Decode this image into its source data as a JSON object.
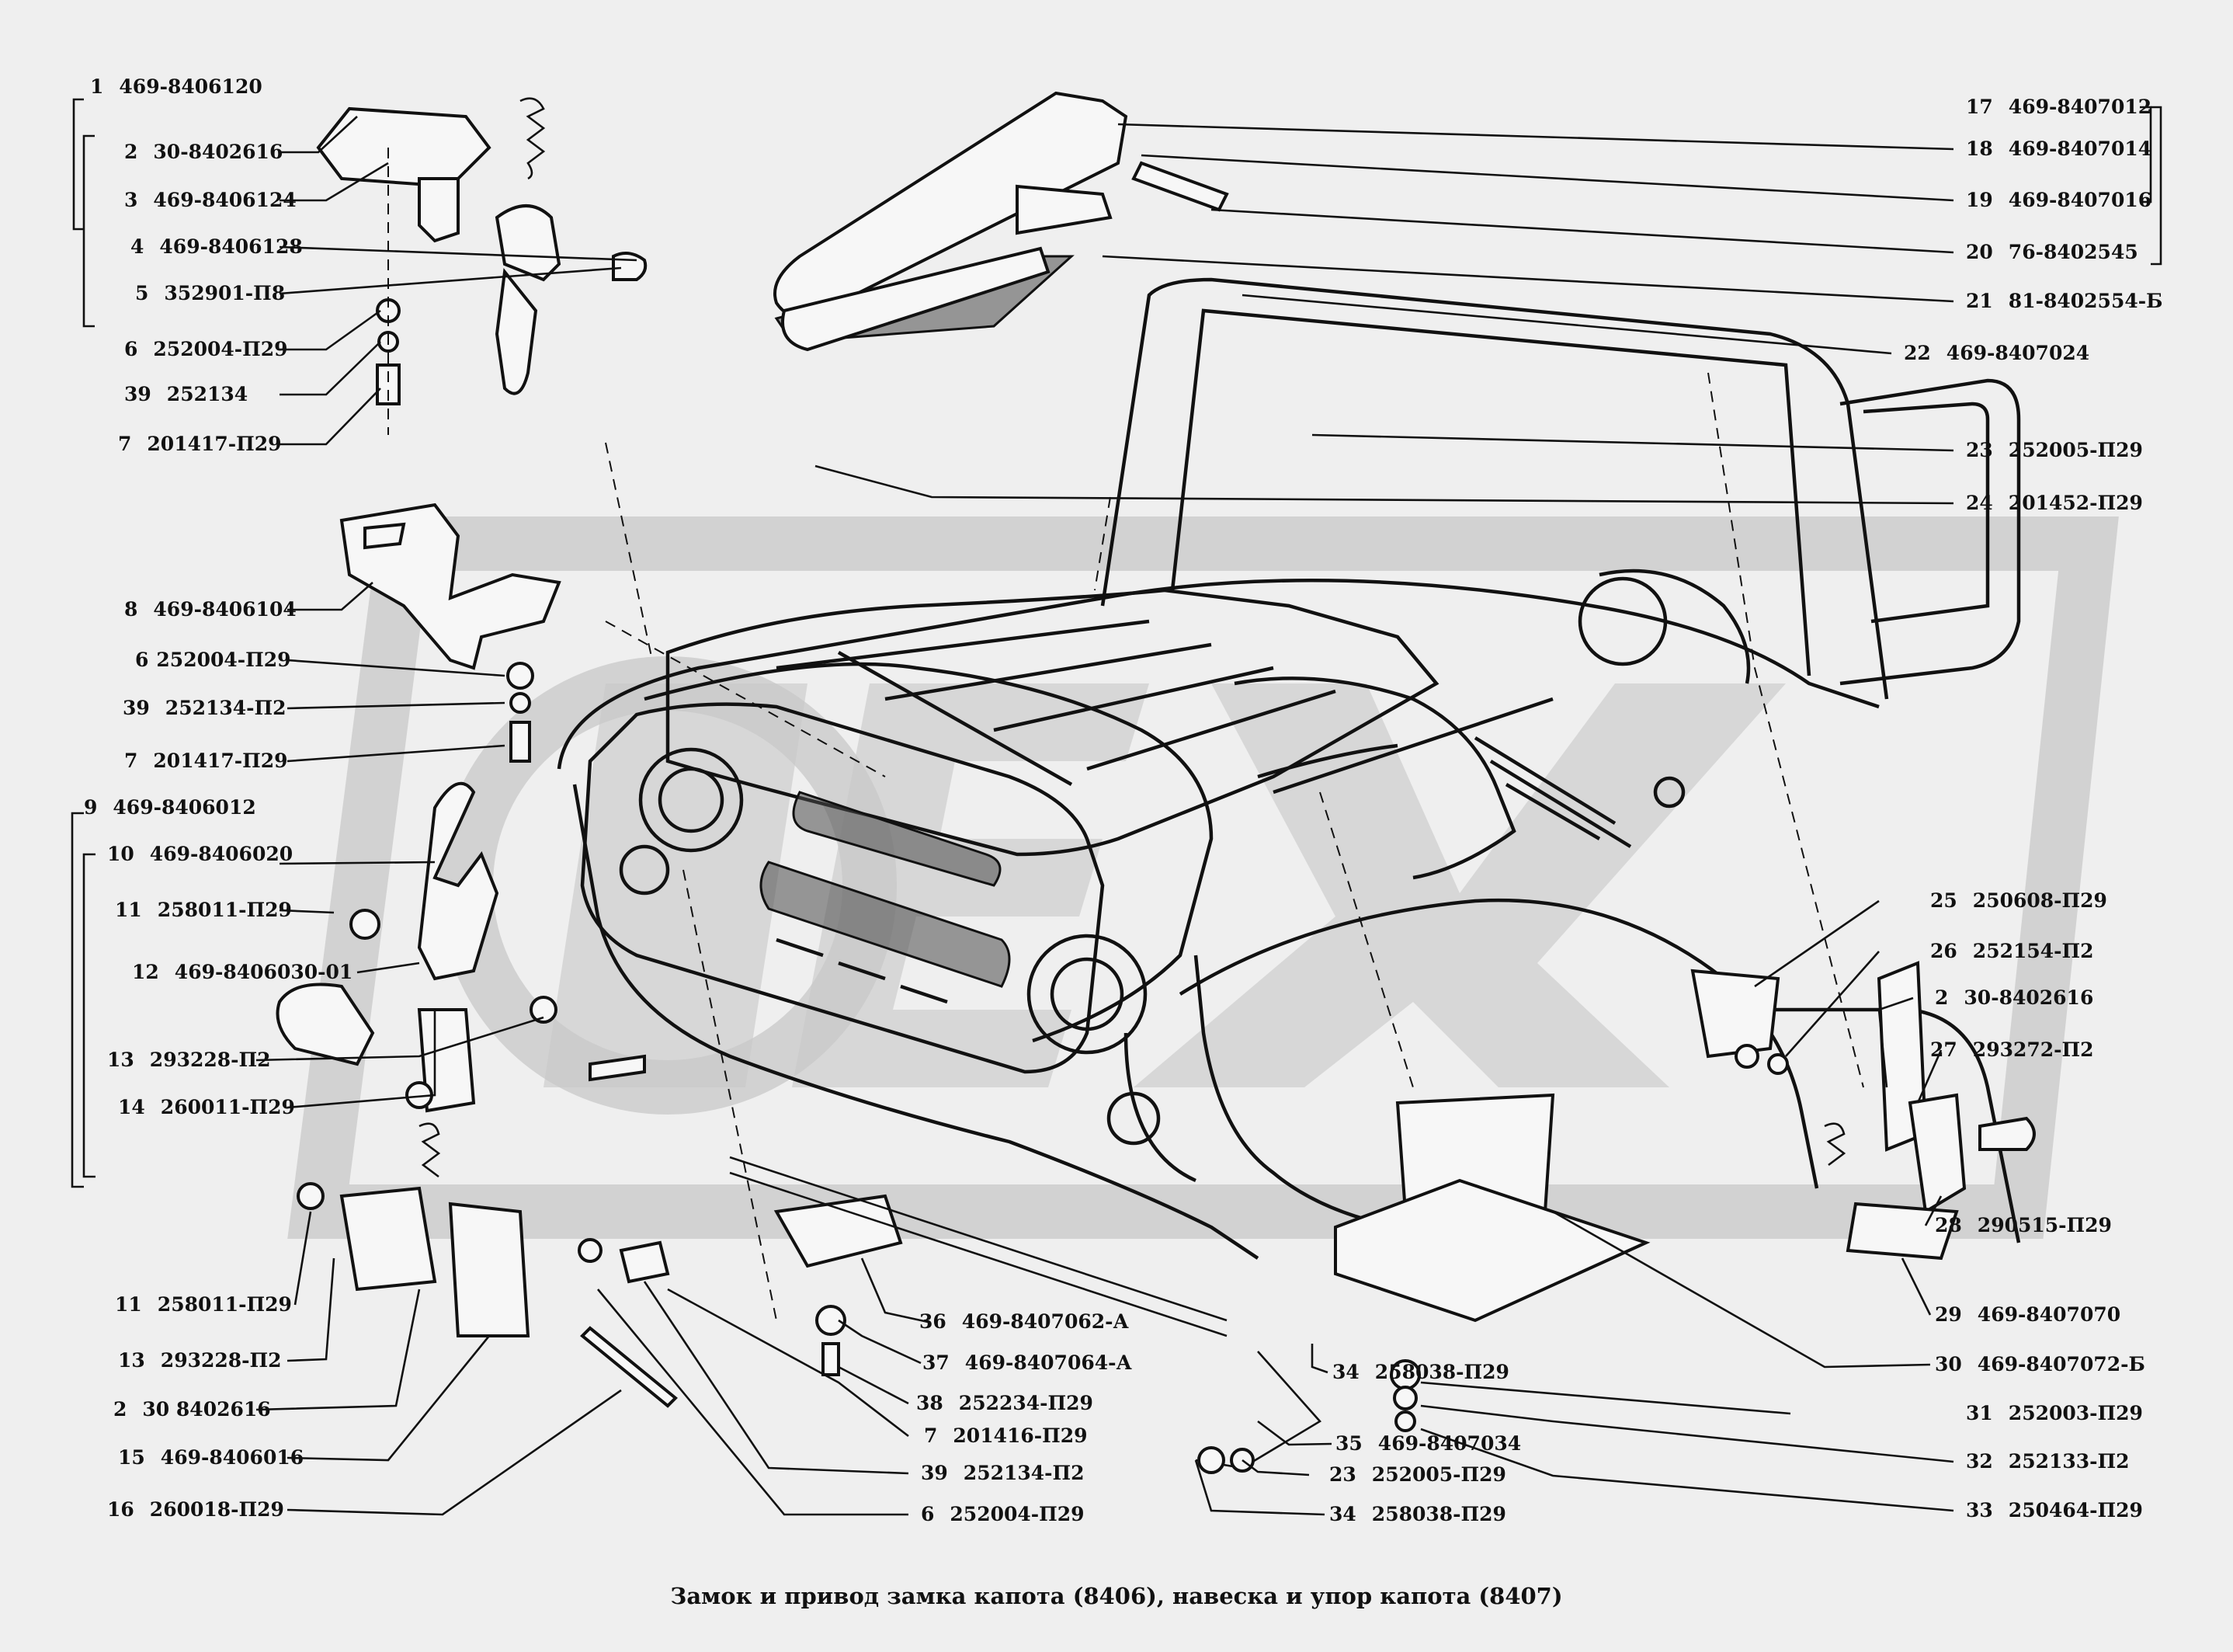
{
  "caption": "Замок и привод замка капота (8406), навеска и упор капота (8407)",
  "labels": [
    {
      "id": "p1",
      "num": "1",
      "code": "469-8406120"
    },
    {
      "id": "p2a",
      "num": "2",
      "code": "30-8402616"
    },
    {
      "id": "p3",
      "num": "3",
      "code": "469-8406124"
    },
    {
      "id": "p4",
      "num": "4",
      "code": "469-8406128"
    },
    {
      "id": "p5",
      "num": "5",
      "code": "352901-П8"
    },
    {
      "id": "p6a",
      "num": "6",
      "code": "252004-П29"
    },
    {
      "id": "p39a",
      "num": "39",
      "code": "252134"
    },
    {
      "id": "p7a",
      "num": "7",
      "code": "201417-П29"
    },
    {
      "id": "p8",
      "num": "8",
      "code": "469-8406104"
    },
    {
      "id": "p6b",
      "num": "6",
      "code": "252004-П29"
    },
    {
      "id": "p39b",
      "num": "39",
      "code": "252134-П2"
    },
    {
      "id": "p7b",
      "num": "7",
      "code": "201417-П29"
    },
    {
      "id": "p9",
      "num": "9",
      "code": "469-8406012"
    },
    {
      "id": "p10",
      "num": "10",
      "code": "469-8406020"
    },
    {
      "id": "p11a",
      "num": "11",
      "code": "258011-П29"
    },
    {
      "id": "p12",
      "num": "12",
      "code": "469-8406030-01"
    },
    {
      "id": "p13a",
      "num": "13",
      "code": "293228-П2"
    },
    {
      "id": "p14",
      "num": "14",
      "code": "260011-П29"
    },
    {
      "id": "p11b",
      "num": "11",
      "code": "258011-П29"
    },
    {
      "id": "p13b",
      "num": "13",
      "code": "293228-П2"
    },
    {
      "id": "p2b",
      "num": "2",
      "code": "30  8402616"
    },
    {
      "id": "p15",
      "num": "15",
      "code": "469-8406016"
    },
    {
      "id": "p16",
      "num": "16",
      "code": "260018-П29"
    },
    {
      "id": "p17",
      "num": "17",
      "code": "469-8407012"
    },
    {
      "id": "p18",
      "num": "18",
      "code": "469-8407014"
    },
    {
      "id": "p19",
      "num": "19",
      "code": "469-8407016"
    },
    {
      "id": "p20",
      "num": "20",
      "code": "76-8402545"
    },
    {
      "id": "p21",
      "num": "21",
      "code": "81-8402554-Б"
    },
    {
      "id": "p22",
      "num": "22",
      "code": "469-8407024"
    },
    {
      "id": "p23a",
      "num": "23",
      "code": "252005-П29"
    },
    {
      "id": "p24",
      "num": "24",
      "code": "201452-П29"
    },
    {
      "id": "p25",
      "num": "25",
      "code": "250608-П29"
    },
    {
      "id": "p26",
      "num": "26",
      "code": "252154-П2"
    },
    {
      "id": "p2c",
      "num": "2",
      "code": "30-8402616"
    },
    {
      "id": "p27",
      "num": "27",
      "code": "293272-П2"
    },
    {
      "id": "p28",
      "num": "28",
      "code": "290515-П29"
    },
    {
      "id": "p29",
      "num": "29",
      "code": "469-8407070"
    },
    {
      "id": "p30",
      "num": "30",
      "code": "469-8407072-Б"
    },
    {
      "id": "p31",
      "num": "31",
      "code": "252003-П29"
    },
    {
      "id": "p32",
      "num": "32",
      "code": "252133-П2"
    },
    {
      "id": "p33",
      "num": "33",
      "code": "250464-П29"
    },
    {
      "id": "p36",
      "num": "36",
      "code": "469-8407062-А"
    },
    {
      "id": "p37",
      "num": "37",
      "code": "469-8407064-А"
    },
    {
      "id": "p38",
      "num": "38",
      "code": "252234-П29"
    },
    {
      "id": "p7c",
      "num": "7",
      "code": "201416-П29"
    },
    {
      "id": "p39c",
      "num": "39",
      "code": "252134-П2"
    },
    {
      "id": "p6c",
      "num": "6",
      "code": "252004-П29"
    },
    {
      "id": "p34a",
      "num": "34",
      "code": "258038-П29"
    },
    {
      "id": "p35",
      "num": "35",
      "code": "469-8407034"
    },
    {
      "id": "p23b",
      "num": "23",
      "code": "252005-П29"
    },
    {
      "id": "p34b",
      "num": "34",
      "code": "258038-П29"
    }
  ]
}
